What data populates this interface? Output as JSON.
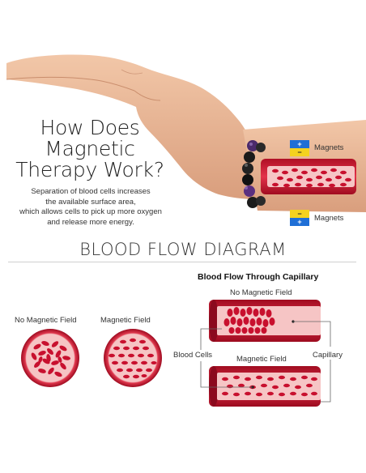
{
  "headline": {
    "lines": [
      "How Does",
      "Magnetic",
      "Therapy Work?"
    ]
  },
  "description": {
    "lines": [
      "Separation of blood cells increases",
      "the available surface area,",
      "which allows cells to pick up more oxygen",
      "and release more energy."
    ]
  },
  "magnets": {
    "top_label": "Magnets",
    "bottom_label": "Magnets",
    "plus": "+",
    "minus": "−"
  },
  "diagram": {
    "heading": "BLOOD FLOW DIAGRAM",
    "circle_left_label": "No Magnetic Field",
    "circle_right_label": "Magnetic Field",
    "capillary_title": "Blood Flow Through Capillary",
    "tube_top_label": "No Magnetic Field",
    "tube_bottom_label": "Magnetic Field",
    "blood_cells_label": "Blood Cells",
    "capillary_label": "Capillary"
  },
  "colors": {
    "blood": "#c8102e",
    "blood_dark": "#8b0a1e",
    "vessel_bg": "#f5c4c4",
    "skin": "#e8b898",
    "magnet_blue": "#1f6fd6",
    "magnet_yellow": "#f4d21f"
  }
}
